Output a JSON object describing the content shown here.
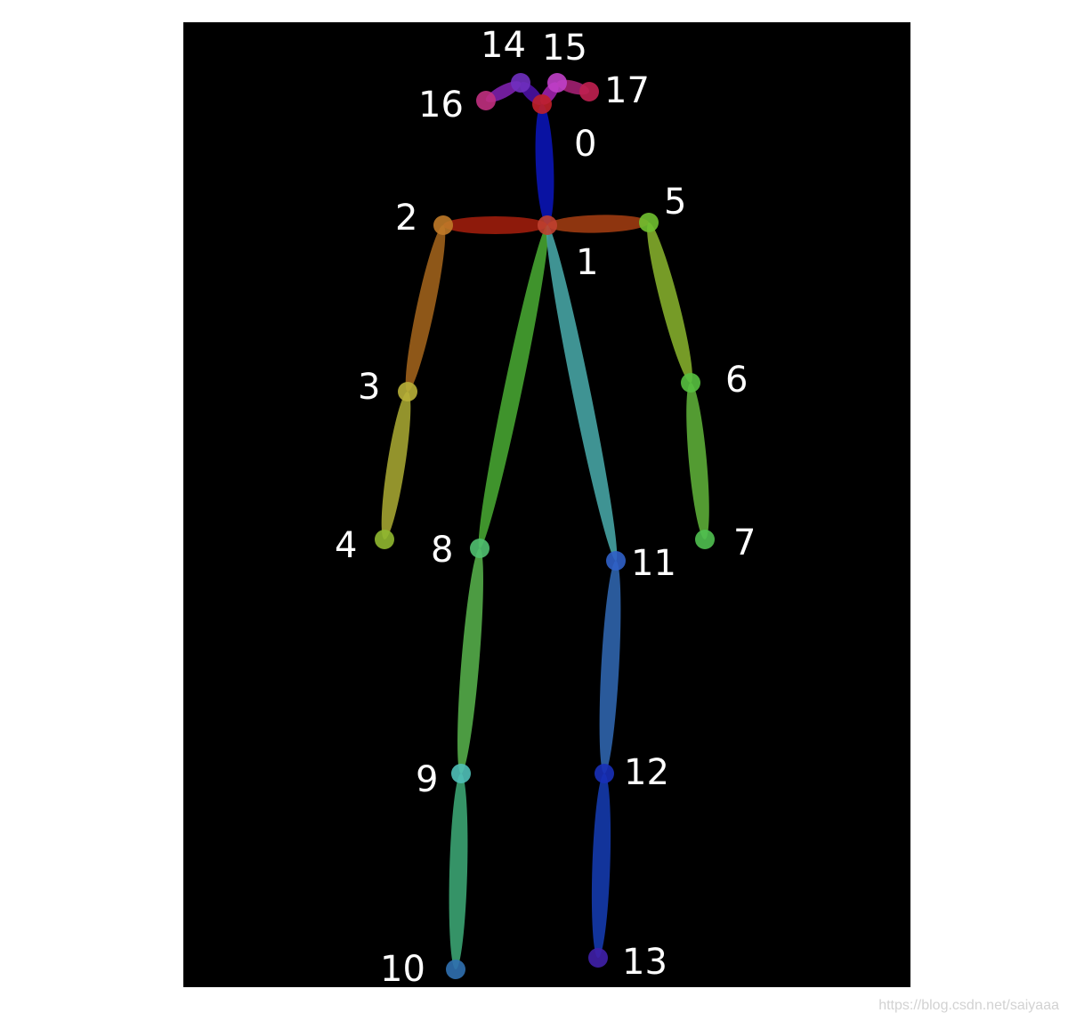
{
  "colors": {
    "background": "#000000",
    "label": "#ffffff",
    "page": "#ffffff",
    "watermark": "#d2d2d2"
  },
  "keypoints": [
    {
      "id": "0",
      "label": "0",
      "color": "#c0202a"
    },
    {
      "id": "1",
      "label": "1",
      "color": "#c04030"
    },
    {
      "id": "2",
      "label": "2",
      "color": "#c07a28"
    },
    {
      "id": "3",
      "label": "3",
      "color": "#b8b038"
    },
    {
      "id": "4",
      "label": "4",
      "color": "#90b830"
    },
    {
      "id": "5",
      "label": "5",
      "color": "#70c030"
    },
    {
      "id": "6",
      "label": "6",
      "color": "#58c040"
    },
    {
      "id": "7",
      "label": "7",
      "color": "#50c050"
    },
    {
      "id": "8",
      "label": "8",
      "color": "#50c070"
    },
    {
      "id": "9",
      "label": "9",
      "color": "#50c0b8"
    },
    {
      "id": "10",
      "label": "10",
      "color": "#3070b0"
    },
    {
      "id": "11",
      "label": "11",
      "color": "#3060c8"
    },
    {
      "id": "12",
      "label": "12",
      "color": "#1830b8"
    },
    {
      "id": "13",
      "label": "13",
      "color": "#4020a8"
    },
    {
      "id": "14",
      "label": "14",
      "color": "#7030c0"
    },
    {
      "id": "15",
      "label": "15",
      "color": "#c040c8"
    },
    {
      "id": "16",
      "label": "16",
      "color": "#c03080"
    },
    {
      "id": "17",
      "label": "17",
      "color": "#c02050"
    }
  ],
  "limbs": [
    {
      "from": "0",
      "to": "1",
      "color": "#0a14b0"
    },
    {
      "from": "1",
      "to": "2",
      "color": "#9a1c0c"
    },
    {
      "from": "1",
      "to": "5",
      "color": "#9a3a10"
    },
    {
      "from": "2",
      "to": "3",
      "color": "#9a5e1a"
    },
    {
      "from": "3",
      "to": "4",
      "color": "#a0a030"
    },
    {
      "from": "5",
      "to": "6",
      "color": "#80a82a"
    },
    {
      "from": "6",
      "to": "7",
      "color": "#5aa836"
    },
    {
      "from": "1",
      "to": "8",
      "color": "#44a030"
    },
    {
      "from": "8",
      "to": "9",
      "color": "#52a848"
    },
    {
      "from": "9",
      "to": "10",
      "color": "#3aa070"
    },
    {
      "from": "1",
      "to": "11",
      "color": "#44a0a0"
    },
    {
      "from": "11",
      "to": "12",
      "color": "#2e62a8"
    },
    {
      "from": "12",
      "to": "13",
      "color": "#1438a8"
    },
    {
      "from": "0",
      "to": "14",
      "color": "#4a10a0"
    },
    {
      "from": "14",
      "to": "16",
      "color": "#7a20a8"
    },
    {
      "from": "0",
      "to": "15",
      "color": "#9a20a8"
    },
    {
      "from": "15",
      "to": "17",
      "color": "#a02070"
    }
  ],
  "watermark": "https://blog.csdn.net/saiyaaa"
}
